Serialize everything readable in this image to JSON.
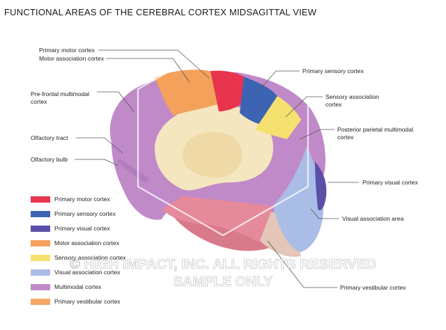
{
  "title": "FUNCTIONAL AREAS OF THE CEREBRAL CORTEX MIDSAGITTAL VIEW",
  "left_labels": {
    "primary_motor": "Primary motor cortex",
    "motor_association": "Motor association cortex",
    "prefrontal_line1": "Pre-frontal multimodal",
    "prefrontal_line2": "cortex",
    "olfactory_tract": "Olfactory tract",
    "olfactory_bulb": "Olfactory bulb"
  },
  "right_labels": {
    "primary_sensory": "Primary sensory cortex",
    "sensory_assoc_line1": "Sensory association",
    "sensory_assoc_line2": "cortex",
    "posterior_parietal_line1": "Posterior parietal multimodal",
    "posterior_parietal_line2": "cortex",
    "primary_visual": "Primary visual cortex",
    "visual_association": "Visual association area",
    "primary_vestibular": "Primary vestibular cortex"
  },
  "legend": [
    {
      "label": "Primary motor cortex",
      "color": "#e8344e"
    },
    {
      "label": "Primary sensory cortex",
      "color": "#3d64b3"
    },
    {
      "label": "Primary visual cortex",
      "color": "#5b50a8"
    },
    {
      "label": "Motor association cortex",
      "color": "#f4a15c"
    },
    {
      "label": "Sensory association cortex",
      "color": "#f5e170"
    },
    {
      "label": "Visual association cortex",
      "color": "#a9bde6"
    },
    {
      "label": "Multimodal cortex",
      "color": "#c08ac9"
    },
    {
      "label": "Primary vestibular cortex",
      "color": "#f6a765"
    }
  ],
  "watermark": {
    "line1": "© HIGH IMPACT, INC. ALL RIGHTS RESERVED",
    "line2": "SAMPLE ONLY"
  }
}
